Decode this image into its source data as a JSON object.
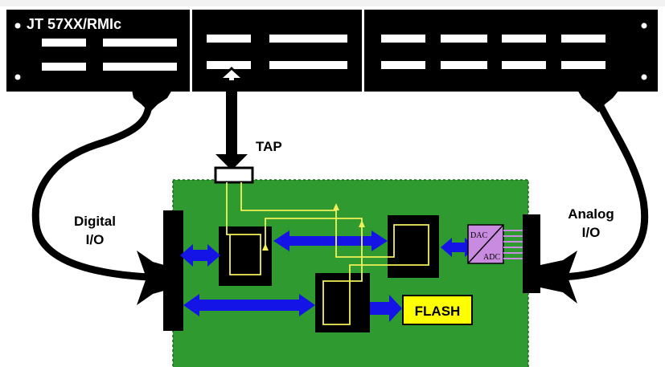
{
  "rack": {
    "model_label": "JT 57XX/RMIc"
  },
  "labels": {
    "tap": "TAP",
    "digital_line1": "Digital",
    "digital_line2": "I/O",
    "analog_line1": "Analog",
    "analog_line2": "I/O",
    "flash": "FLASH",
    "dac": "DAC",
    "adc": "ADC"
  },
  "colors": {
    "board": "#2f9a2f",
    "bus_arrow": "#1414e6",
    "jtag_trace": "#f2f05a",
    "flash_fill": "#ffff00",
    "converter_fill": "#c98be0",
    "black": "#000000"
  }
}
